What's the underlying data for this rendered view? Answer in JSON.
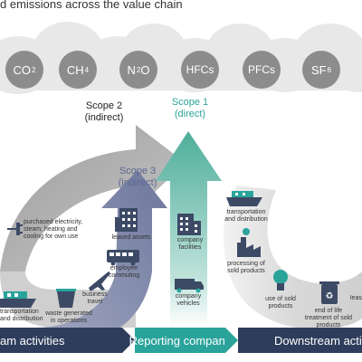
{
  "title": "d emissions across the value chain",
  "gases": [
    {
      "base": "CO",
      "sub": "2"
    },
    {
      "base": "CH",
      "sub": "4"
    },
    {
      "base": "N",
      "sub": "2",
      "tail": "O"
    },
    {
      "base": "HFCs",
      "sub": ""
    },
    {
      "base": "PFCs",
      "sub": ""
    },
    {
      "base": "SF",
      "sub": "6"
    }
  ],
  "scopes": {
    "scope2": {
      "title": "Scope 2",
      "sub": "(indirect)"
    },
    "scope1": {
      "title": "Scope 1",
      "sub": "(direct)"
    },
    "scope3": {
      "title": "Scope 3",
      "sub": "(indirect)"
    }
  },
  "items": {
    "purchased_electricity": "purchased electricity, steam, heating and cooling for own use",
    "leased_assets": "leased assets",
    "employee_commuting": "employee commuting",
    "business_travel": "business travel",
    "waste_generated": "waste generated in operations",
    "transportation_upstream": "transportation and distribution",
    "company_facilities": "company facilities",
    "company_vehicles": "company vehicles",
    "transportation_downstream": "transportation and distribution",
    "processing": "processing of sold products",
    "use_of_sold": "use of sold products",
    "end_of_life": "end of life treatment of sold products",
    "leased_partial": "leas"
  },
  "bars": {
    "upstream": "am activities",
    "reporting": "Reporting company",
    "downstream": "Downstream activi"
  },
  "colors": {
    "gas_circle": "#8c8c8c",
    "cloud": "#e6e6e6",
    "scope2_arrow": "#b3b3b3",
    "scope1_arrow": "#5fb8a6",
    "scope3_arrow": "#7d86a8",
    "downstream_arrow": "#d6d6d6",
    "bar_dark": "#2e3d5c",
    "bar_teal": "#2aa39b",
    "icon_dark": "#3c4a66",
    "icon_teal": "#2aa39b"
  }
}
